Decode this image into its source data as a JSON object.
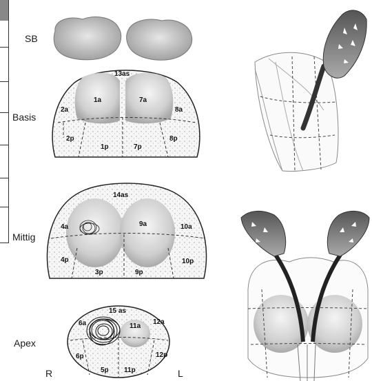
{
  "levels": {
    "sb": "SB",
    "basis": "Basis",
    "mittig": "Mittig",
    "apex": "Apex"
  },
  "orientation": {
    "right": "R",
    "left": "L"
  },
  "zones": {
    "basis": [
      "13as",
      "1a",
      "7a",
      "2a",
      "8a",
      "2p",
      "1p",
      "7p",
      "8p"
    ],
    "mittig": [
      "14as",
      "4a",
      "9a",
      "10a",
      "4p",
      "10p",
      "3p",
      "9p"
    ],
    "apex": [
      "15 as",
      "6a",
      "11a",
      "12a",
      "6p",
      "12p",
      "5p",
      "11p"
    ]
  },
  "colors": {
    "line": "#222222",
    "fill_light": "#efefef",
    "fill_mid": "#c8c8c8",
    "fill_dark": "#6a6a6a"
  }
}
